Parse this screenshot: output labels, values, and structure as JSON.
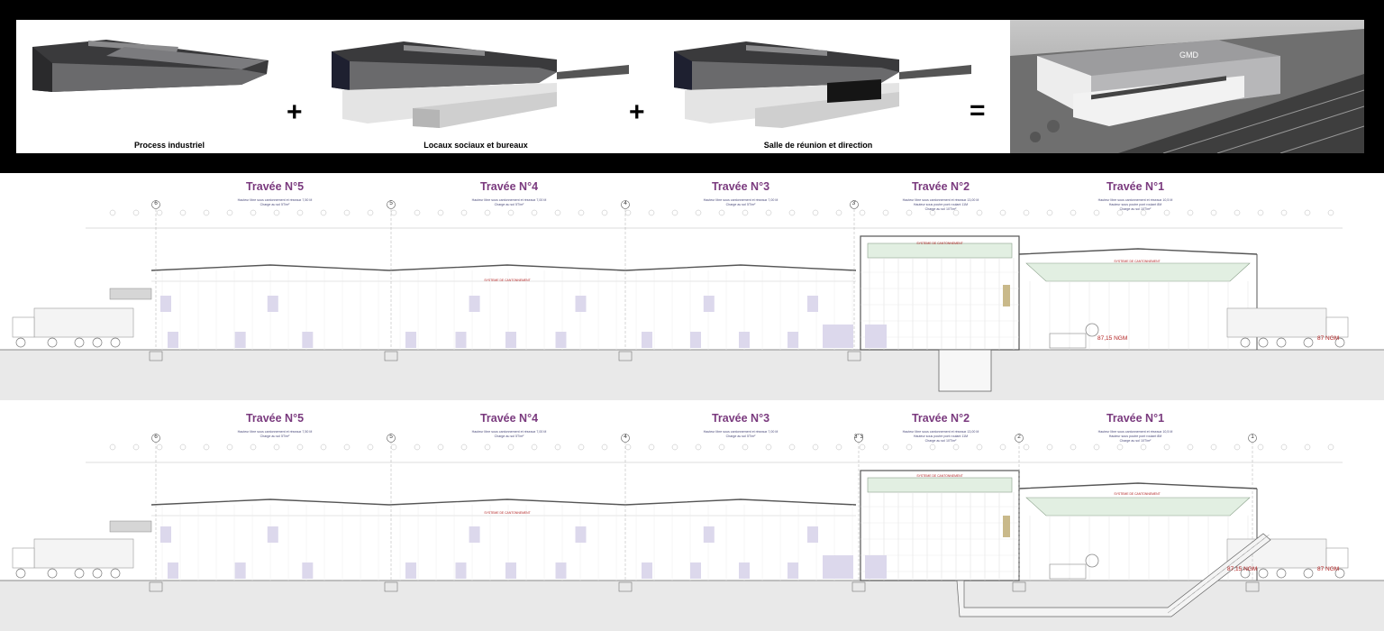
{
  "concept": {
    "captions": [
      "Process industriel",
      "Locaux sociaux et bureaux",
      "Salle de réunion et direction"
    ],
    "operators": [
      "+",
      "+",
      "="
    ],
    "logo": "GMD"
  },
  "sections": [
    {
      "travees": [
        {
          "title": "Travée N°5",
          "note": "Hauteur libre sous cantonnement et réseaux 7,50 M\nCharge au sol 5T/m²"
        },
        {
          "title": "Travée N°4",
          "note": "Hauteur libre sous cantonnement et réseaux 7,00 M\nCharge au sol 5T/m²"
        },
        {
          "title": "Travée N°3",
          "note": "Hauteur libre sous cantonnement et réseaux 7,00 M\nCharge au sol 5T/m²"
        },
        {
          "title": "Travée N°2",
          "note": "Hauteur libre sous cantonnement et réseaux 13,00 M\nHauteur sous poutre pont roulant 11M\nCharge au sol 10T/m²"
        },
        {
          "title": "Travée N°1",
          "note": "Hauteur libre sous cantonnement et réseaux 10,5 M\nHauteur sous poutre pont roulant 8M\nCharge au sol 10T/m²"
        }
      ],
      "grid": [
        "6",
        "5",
        "4",
        "3'",
        "",
        ""
      ],
      "ngm_left": "87,15 NGM",
      "ngm_right": "87 NGM",
      "cable_label": "SYSTEME DE CANTONNEMENT"
    },
    {
      "travees": [
        {
          "title": "Travée N°5",
          "note": "Hauteur libre sous cantonnement et réseaux 7,50 M\nCharge au sol 5T/m²"
        },
        {
          "title": "Travée N°4",
          "note": "Hauteur libre sous cantonnement et réseaux 7,00 M\nCharge au sol 5T/m²"
        },
        {
          "title": "Travée N°3",
          "note": "Hauteur libre sous cantonnement et réseaux 7,00 M\nCharge au sol 5T/m²"
        },
        {
          "title": "Travée N°2",
          "note": "Hauteur libre sous cantonnement et réseaux 13,00 M\nHauteur sous poutre pont roulant 11M\nCharge au sol 10T/m²"
        },
        {
          "title": "Travée N°1",
          "note": "Hauteur libre sous cantonnement et réseaux 10,5 M\nHauteur sous poutre pont roulant 8M\nCharge au sol 10T/m²"
        }
      ],
      "grid": [
        "6",
        "5",
        "4",
        "3' 3",
        "2",
        "1"
      ],
      "ngm_left": "87,15 NGM",
      "ngm_right": "87 NGM",
      "cable_label": "SYSTEME DE CANTONNEMENT"
    }
  ],
  "colors": {
    "travee": "#7a3a7e",
    "roof": "#5a5a5e",
    "panel": "#dcd8ec",
    "crane": "#e2efe2",
    "ngm": "#b22222"
  }
}
